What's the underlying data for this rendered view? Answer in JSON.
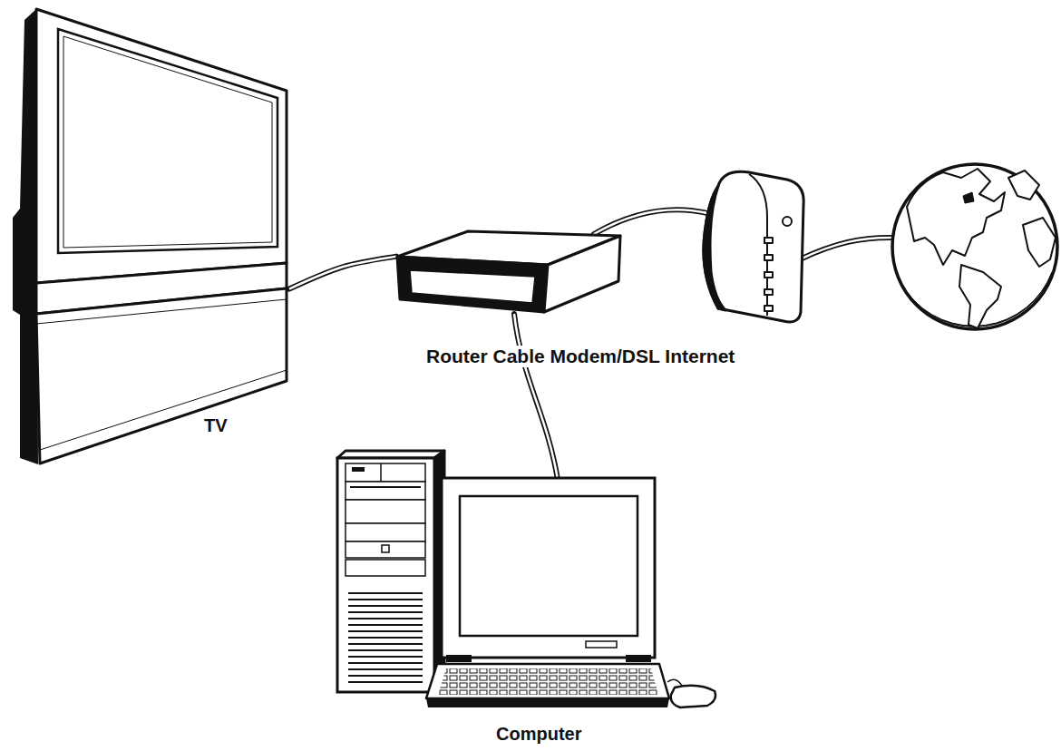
{
  "diagram": {
    "nodes": [
      {
        "text": [
          "TV"
        ]
      },
      {
        "text": [
          "Router Cable Modem/DSL Internet"
        ]
      },
      {
        "text": [
          "Computer"
        ]
      }
    ],
    "edges": [
      {
        "from": 0,
        "to": 1,
        "arrow": "none"
      },
      {
        "from": 1,
        "to": 2,
        "arrow": "none"
      }
    ]
  }
}
